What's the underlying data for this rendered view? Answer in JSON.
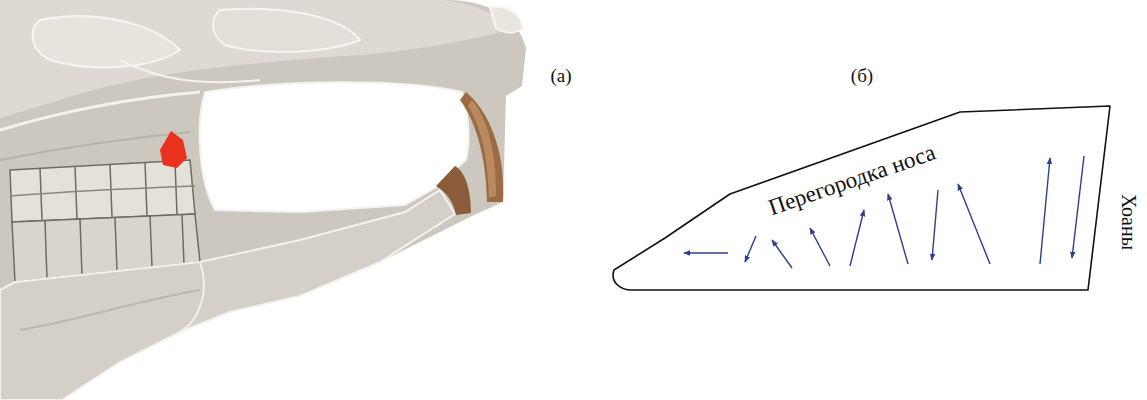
{
  "diagram": {
    "nodes": [
      {
        "text": [
          "Перегородка носа"
        ]
      }
    ],
    "labels": [
      "(а)",
      "(б)",
      "Хоаны"
    ]
  }
}
